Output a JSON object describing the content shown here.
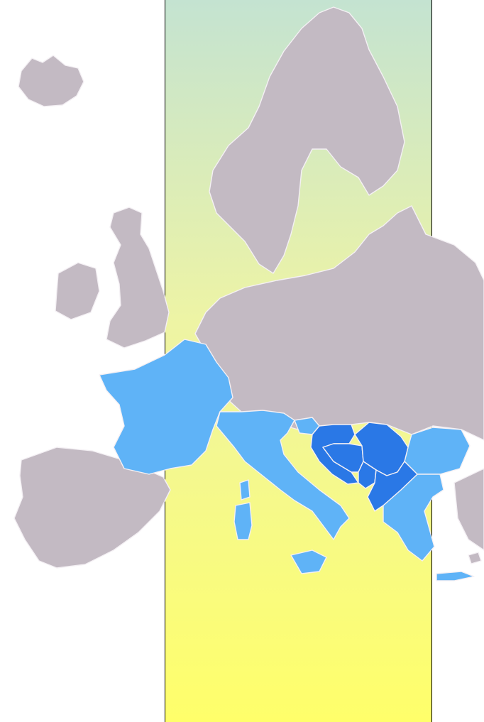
{
  "colors": {
    "background": "#ffffff",
    "band_top": "#c4e3d1",
    "band_mid": "#eef4a4",
    "band_bottom": "#ffff6a",
    "land": "#c3bac3",
    "border": "#f4f0f4",
    "highlight_light": "#5fb3f7",
    "highlight_dark": "#2a78e6"
  },
  "legend_categories": [
    "highlight_light",
    "highlight_dark",
    "land"
  ]
}
